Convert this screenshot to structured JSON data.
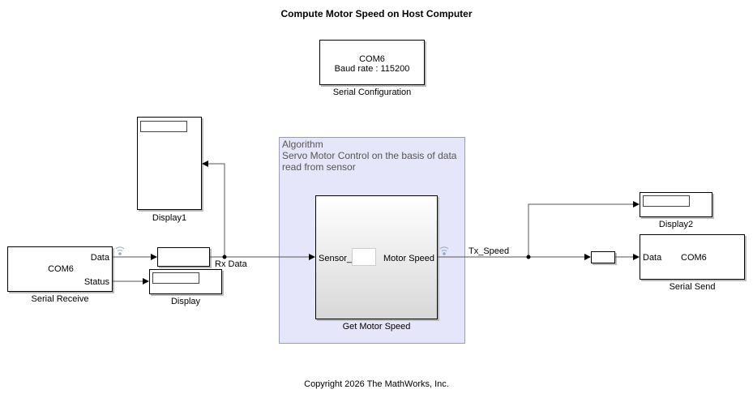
{
  "title": "Compute Motor Speed on Host Computer",
  "serial_config": {
    "line1": "COM6",
    "line2": "Baud rate : 115200",
    "label": "Serial Configuration"
  },
  "display1": {
    "label": "Display1"
  },
  "display": {
    "label": "Display"
  },
  "display2": {
    "label": "Display2"
  },
  "serial_receive": {
    "center": "COM6",
    "port_data": "Data",
    "port_status": "Status",
    "label": "Serial Receive"
  },
  "area": {
    "line1": "Algorithm",
    "line2": "Servo Motor Control on the basis of data",
    "line3": "read from sensor",
    "color": "#e6e6fa"
  },
  "subsystem": {
    "in_port": "Sensor_Input",
    "out_port": "Motor Speed",
    "label": "Get Motor Speed"
  },
  "signals": {
    "rx": "Rx Data",
    "tx": "Tx_Speed"
  },
  "serial_send": {
    "port_data": "Data",
    "center": "COM6",
    "label": "Serial Send"
  },
  "copyright": "Copyright 2026 The MathWorks, Inc."
}
